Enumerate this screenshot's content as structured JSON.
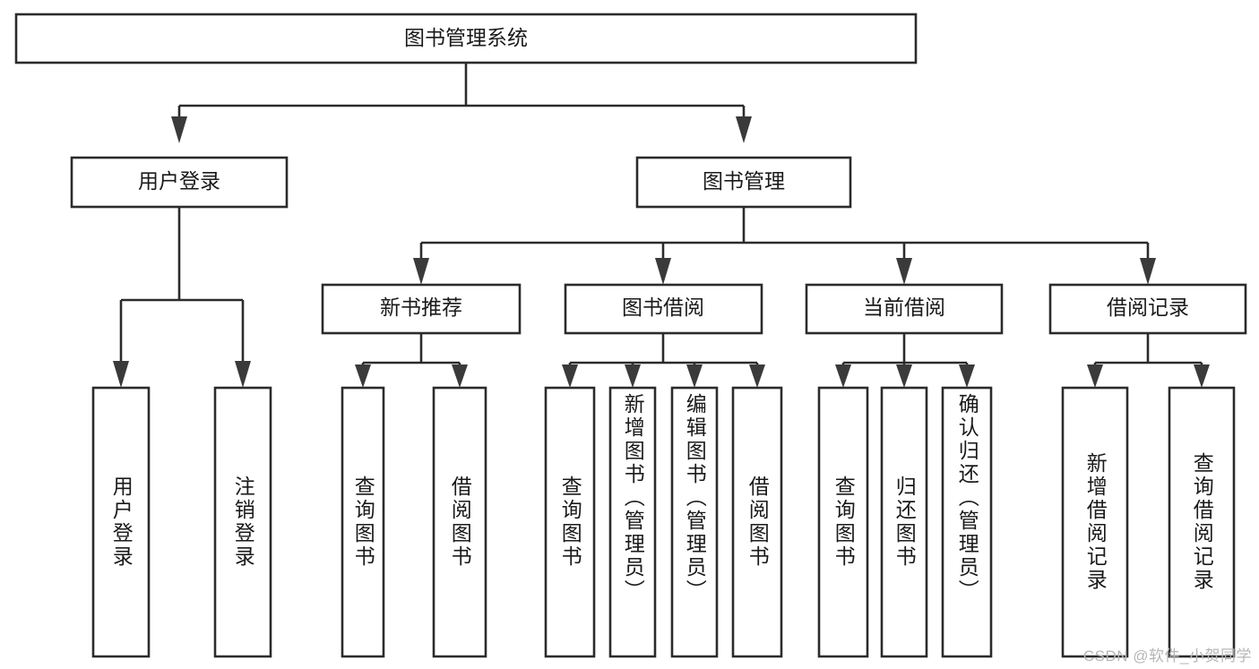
{
  "diagram": {
    "title": "图书管理系统",
    "type": "tree-hierarchy-diagram",
    "colors": {
      "box_stroke": "#2b2b2b",
      "box_fill": "#ffffff",
      "connector": "#2b2b2b",
      "text": "#1a1a1a",
      "watermark": "#b6b6b6",
      "background": "#ffffff"
    },
    "root": {
      "label": "图书管理系统"
    },
    "level2": [
      {
        "label": "用户登录"
      },
      {
        "label": "图书管理"
      }
    ],
    "level3": [
      {
        "label": "新书推荐"
      },
      {
        "label": "图书借阅"
      },
      {
        "label": "当前借阅"
      },
      {
        "label": "借阅记录"
      }
    ],
    "leaves": {
      "user_login": [
        {
          "label": "用户登录"
        },
        {
          "label": "注销登录"
        }
      ],
      "new_book_recommend": [
        {
          "label": "查询图书"
        },
        {
          "label": "借阅图书"
        }
      ],
      "book_borrow": [
        {
          "label": "查询图书"
        },
        {
          "label": "新增图书（管理员）"
        },
        {
          "label": "编辑图书（管理员）"
        },
        {
          "label": "借阅图书"
        }
      ],
      "current_borrow": [
        {
          "label": "查询图书"
        },
        {
          "label": "归还图书"
        },
        {
          "label": "确认归还（管理员）"
        }
      ],
      "borrow_record": [
        {
          "label": "新增借阅记录"
        },
        {
          "label": "查询借阅记录"
        }
      ]
    }
  },
  "watermark": {
    "text": "CSDN @软件_小贺同学"
  }
}
